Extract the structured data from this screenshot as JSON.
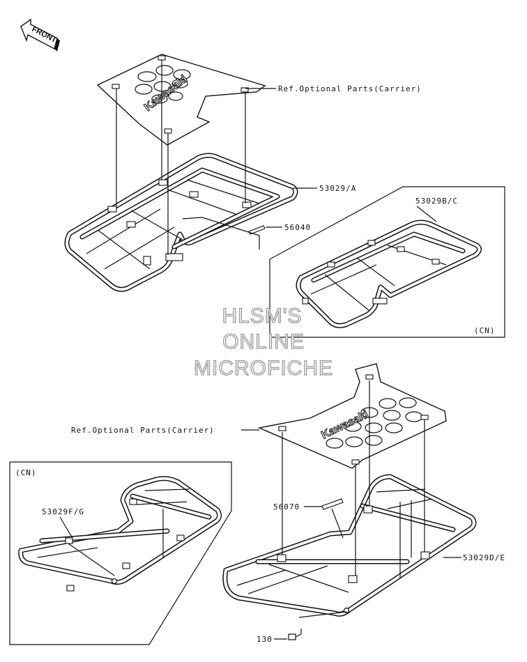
{
  "front_arrow": {
    "label": "FRONT"
  },
  "watermark": {
    "line1": "HLSM'S",
    "line2": "ONLINE",
    "line3": "MICROFICHE"
  },
  "callouts": {
    "ref_top": "Ref.Optional Parts(Carrier)",
    "ref_bottom": "Ref.Optional Parts(Carrier)",
    "part_53029a": "53029/A",
    "part_56040": "56040",
    "part_53029bc": "53029B/C",
    "cn_right": "(CN)",
    "part_53029fg": "53029F/G",
    "cn_left": "(CN)",
    "part_56070": "56070",
    "part_53029de": "53029D/E",
    "part_130": "130"
  },
  "logo_text": {
    "top_plate": "Kawasaki",
    "bottom_plate": "Kawasaki"
  }
}
